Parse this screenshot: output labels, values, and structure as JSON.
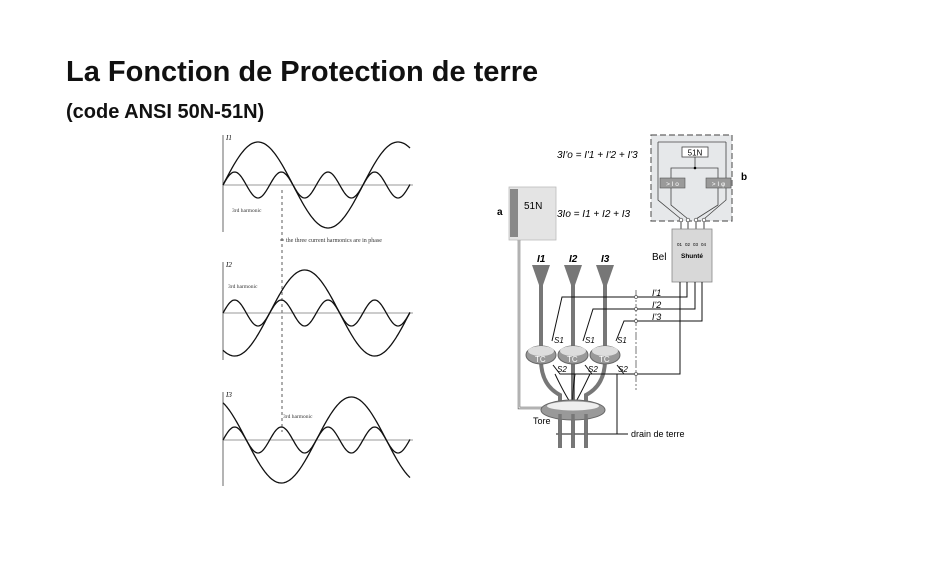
{
  "slide": {
    "title": "La Fonction de Protection de terre",
    "subtitle": "(code ANSI 50N-51N)"
  },
  "waveforms": {
    "plots": [
      {
        "axis_label": "I1",
        "harmonic_label": "3rd harmonic"
      },
      {
        "axis_label": "I2",
        "harmonic_label": "3rd harmonic"
      },
      {
        "axis_label": "I3",
        "harmonic_label": "3rd harmonic"
      }
    ],
    "phase_note": "the three current harmonics are in phase"
  },
  "schematic": {
    "label_a": "a",
    "label_b": "b",
    "relay_label": "51N",
    "relay_b_label": "51N",
    "threshold_left": "> I o",
    "threshold_right": "> I φ",
    "formula_secondary": "3I'o = I'1 + I'2 + I'3",
    "formula_primary": "3Io = I1 + I2 + I3",
    "bel_label": "Bel",
    "shunt_label": "Shunté",
    "terminals": [
      "01",
      "02",
      "03",
      "04"
    ],
    "phases": [
      "I1",
      "I2",
      "I3"
    ],
    "secondary_currents": [
      "I'1",
      "I'2",
      "I'3"
    ],
    "ct_label": "TC",
    "s1": "S1",
    "s2": "S2",
    "tore_label": "Tore",
    "drain_label": "drain de terre"
  }
}
